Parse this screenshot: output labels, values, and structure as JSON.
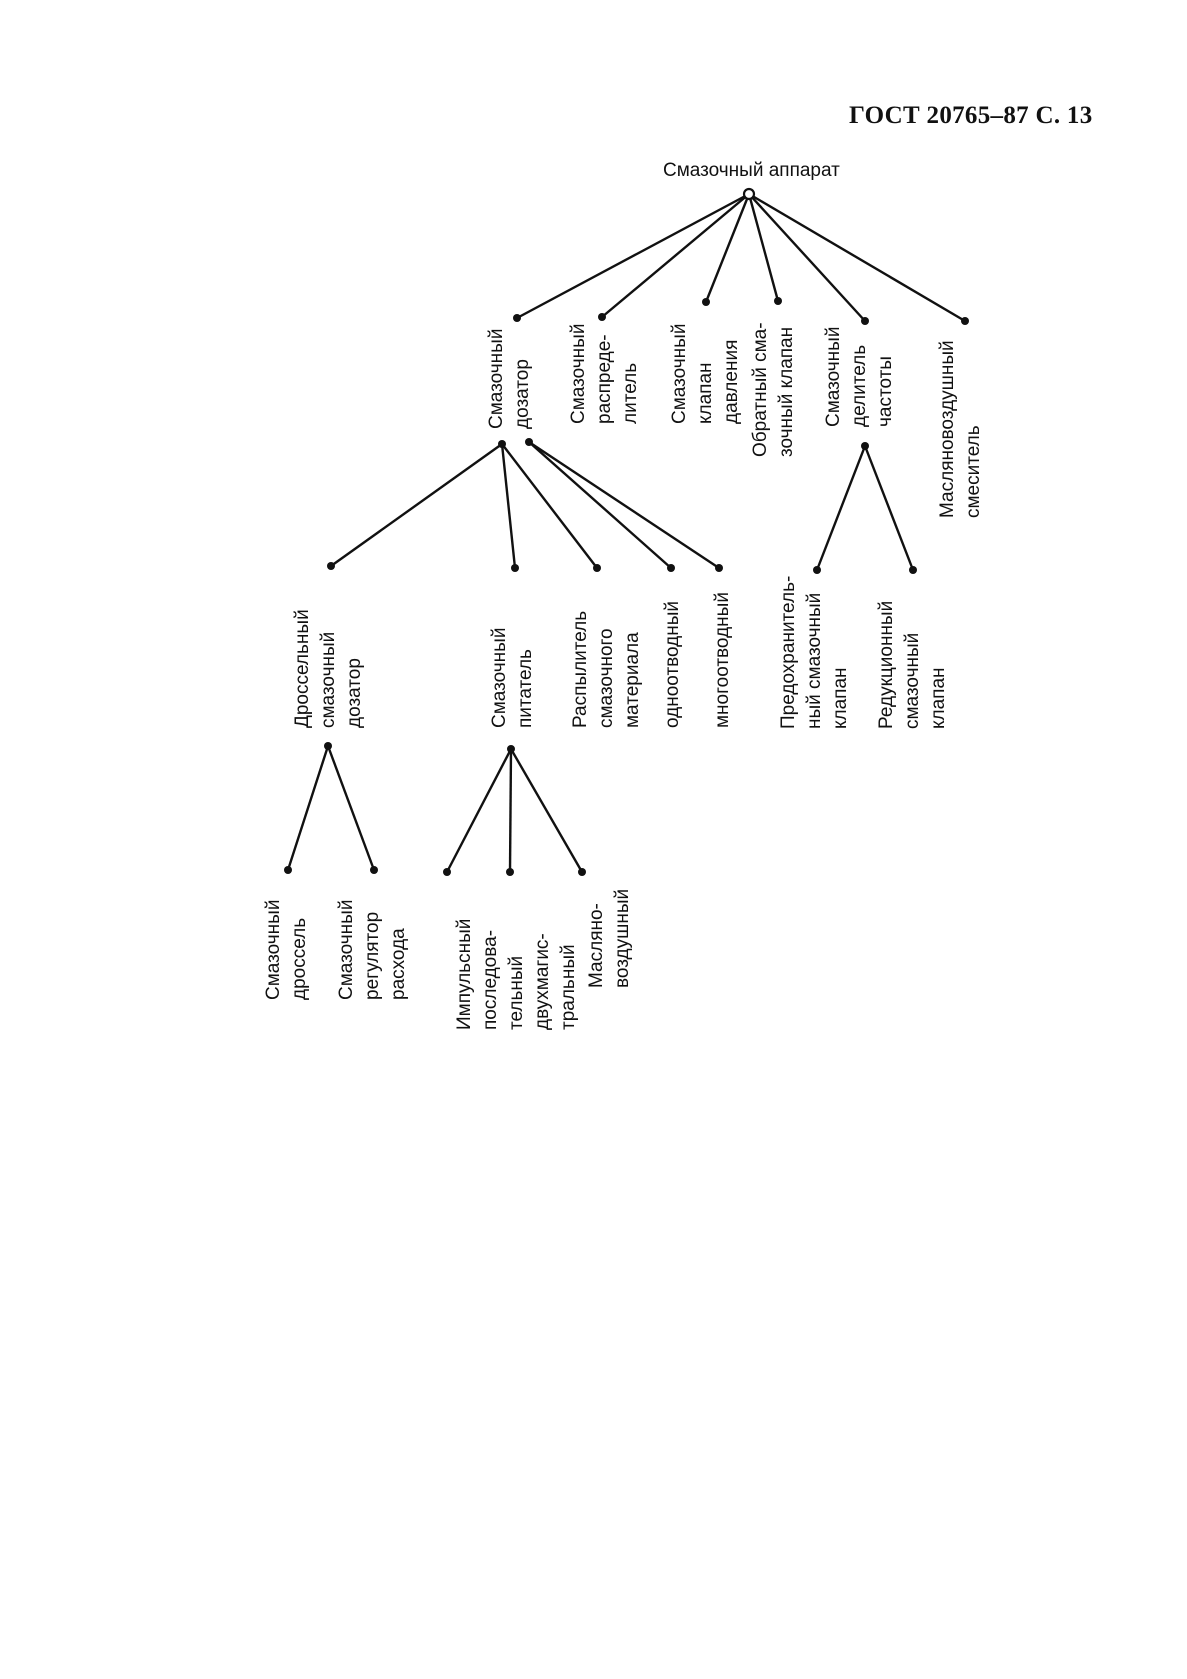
{
  "header": "ГОСТ 20765–87 С. 13",
  "root": "Смазочный аппарат",
  "level1": {
    "dozator": [
      "Смазочный",
      "дозатор"
    ],
    "raspredelitel": [
      "Смазочный",
      "распреде-",
      "литель"
    ],
    "klapan_davleniya": [
      "Смазочный",
      "клапан",
      "давления"
    ],
    "obratny_klapan": [
      "Обратный сма-",
      "зочный клапан"
    ],
    "delitel_chastoty": [
      "Смазочный",
      "делитель",
      "частоты"
    ],
    "smesitel": [
      "Масляновоздушный",
      "смеситель"
    ]
  },
  "level2": {
    "drossel_dozator": [
      "Дроссельный",
      "смазочный",
      "дозатор"
    ],
    "pitatel": [
      "Смазочный",
      "питатель"
    ],
    "raspylitel": [
      "Распылитель",
      "смазочного",
      "материала"
    ],
    "odnootvodny": [
      "одноотводный"
    ],
    "mnogootvodny": [
      "многоотводный"
    ],
    "predohranitelny": [
      "Предохранитель-",
      "ный смазочный",
      "клапан"
    ],
    "redukcionny": [
      "Редукционный",
      "смазочный",
      "клапан"
    ]
  },
  "level3": {
    "drossel": [
      "Смазочный",
      "дроссель"
    ],
    "regulyator": [
      "Смазочный",
      "регулятор",
      "расхода"
    ],
    "impulsny": [
      "Импульсный",
      "последова-",
      "тельный",
      "двухмагис-",
      "тральный"
    ],
    "maslovozdushny": [
      "Масляно-",
      "воздушный"
    ]
  }
}
